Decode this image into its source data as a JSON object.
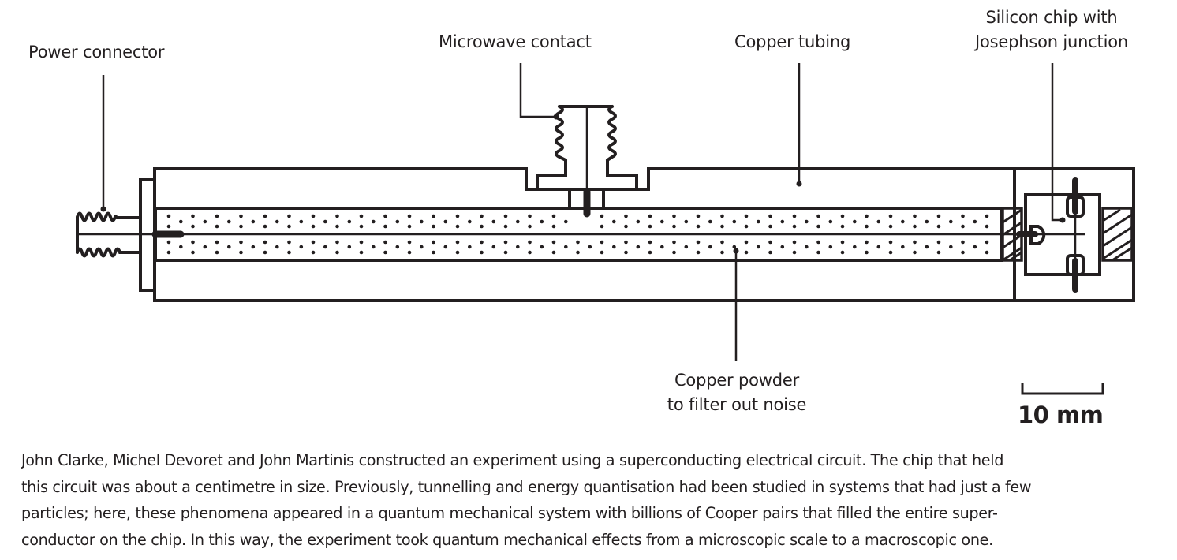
{
  "figure": {
    "labels": {
      "power_connector": [
        "Power connector"
      ],
      "microwave_contact": [
        "Microwave contact"
      ],
      "copper_tubing": [
        "Copper tubing"
      ],
      "silicon_chip": [
        "Silicon chip with",
        "Josephson junction"
      ],
      "copper_powder": [
        "Copper powder",
        "to filter out noise"
      ]
    },
    "scale_bar": {
      "label": "10 mm"
    },
    "colors": {
      "ink": "#231f20",
      "background": "#ffffff"
    }
  },
  "caption": {
    "lines": [
      "John Clarke, Michel Devoret and John Martinis constructed an experiment using a superconducting electrical circuit. The chip that held",
      "this circuit was about a centimetre in size. Previously, tunnelling and energy quantisation had been studied in systems that had just a few",
      "particles; here, these phenomena appeared in a quantum mechanical system with billions of Cooper pairs that filled the entire super-",
      "conductor on the chip. In this way, the experiment took quantum mechanical effects from a microscopic scale to a macroscopic one."
    ]
  }
}
